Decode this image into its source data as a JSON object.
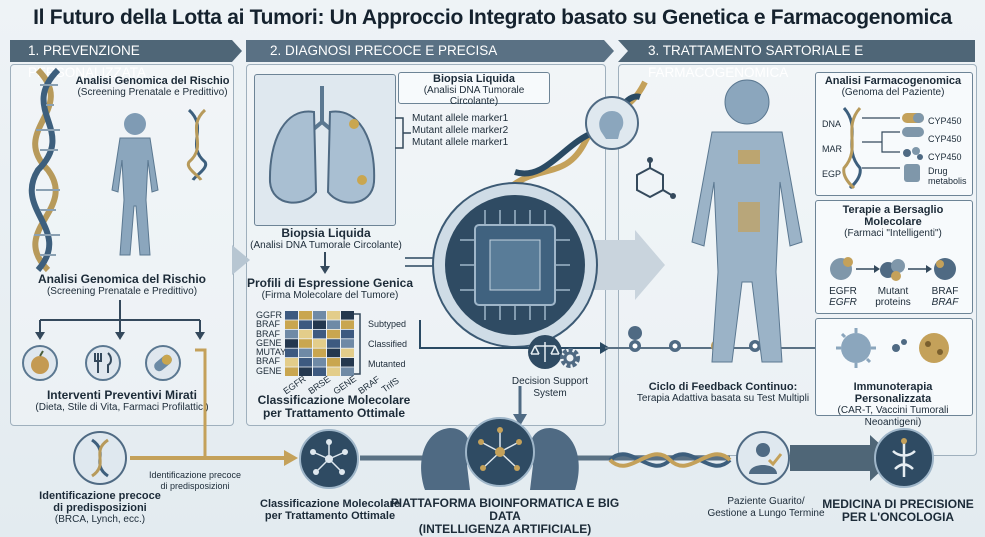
{
  "title": "Il Futuro della Lotta ai Tumori: Un Approccio Integrato basato su Genetica e Farmacogenomica",
  "sections": {
    "s1": "1. PREVENZIONE PERSONALIZZATA",
    "s2": "2. DIAGNOSI PRECOCE E PRECISA",
    "s3": "3. TRATTAMENTO SARTORIALE E FARMACOGENOMICA"
  },
  "prev": {
    "top_title": "Analisi Genomica del Rischio",
    "top_sub": "(Screening Prenatale e Predittivo)",
    "mid_title": "Analisi Genomica del Rischio",
    "mid_sub": "(Screening Prenatale e Predittivo)",
    "interventi_title": "Interventi Preventivi Mirati",
    "interventi_sub": "(Dieta, Stile di Vita, Farmaci Profilattici)"
  },
  "diag": {
    "biopsy_box_title": "Biopsia Liquida",
    "biopsy_box_sub": "(Analisi DNA Tumorale Circolante)",
    "mutants": [
      "Mutant allele marker1",
      "Mutant allele marker2",
      "Mutant allele marker1"
    ],
    "biopsy_title": "Biopsia Liquida",
    "biopsy_sub": "(Analisi DNA Tumorale Circolante)",
    "profile_title": "Profili di Espressione Genica",
    "profile_sub": "(Firma Molecolare del Tumore)",
    "heat_rows": [
      "GGFR",
      "BRAF",
      "BRAF",
      "GENE",
      "MUTAY",
      "BRAF",
      "GENE"
    ],
    "heat_cols": [
      "EGFR",
      "BRSE",
      "GENE",
      "BRAF",
      "TrifS"
    ],
    "legend": [
      "Subtyped",
      "Classified",
      "Mutanted"
    ],
    "class_title_1": "Classificazione Molecolare",
    "class_title_2": "per Trattamento Ottimale"
  },
  "center": {
    "dss_1": "Decision Support",
    "dss_2": "System",
    "feedback_title": "Ciclo di Feedback Continuo:",
    "feedback_sub": "Terapia Adattiva basata su Test Multipli"
  },
  "treat": {
    "farm_title": "Analisi Farmacogenomica",
    "farm_sub": "(Genoma del Paziente)",
    "dna_labels": [
      "DNA",
      "MAR",
      "EGP"
    ],
    "cyp": [
      "CYP450",
      "CYP450",
      "CYP450"
    ],
    "drug_1": "Drug",
    "drug_2": "metabolis",
    "target_title": "Terapie a Bersaglio Molecolare",
    "target_sub": "(Farmaci \"Intelligenti\")",
    "targets": [
      {
        "l1": "EGFR",
        "l2": "EGFR"
      },
      {
        "l1": "Mutant",
        "l2": "proteins"
      },
      {
        "l1": "BRAF",
        "l2": "BRAF"
      }
    ],
    "immuno_title": "Immunoterapia Personalizzata",
    "immuno_sub": "(CAR-T, Vaccini Tumorali Neoantigeni)"
  },
  "bottom": {
    "id_title_1": "Identificazione precoce",
    "id_title_2": "di predisposizioni",
    "id_sub": "(BRCA, Lynch, ecc.)",
    "id_arrow_1": "Identificazione precoce",
    "id_arrow_2": "di predisposizioni",
    "class_1": "Classificazione Molecolare",
    "class_2": "per Trattamento Ottimale",
    "platform_1": "PIATTAFORMA BIOINFORMATICA E BIG DATA",
    "platform_2": "(INTELLIGENZA ARTIFICIALE)",
    "patient_1": "Paziente Guarito/",
    "patient_2": "Gestione a Lungo Termine",
    "medicina_1": "MEDICINA DI PRECISIONE",
    "medicina_2": "PER L'ONCOLOGIA"
  },
  "colors": {
    "band": "#4f6677",
    "accent": "#c4a15a",
    "dark": "#2a4a63",
    "heat": [
      "#3d5a80",
      "#c9a64f",
      "#6f8aa6",
      "#e3cd8a",
      "#24384f"
    ]
  }
}
